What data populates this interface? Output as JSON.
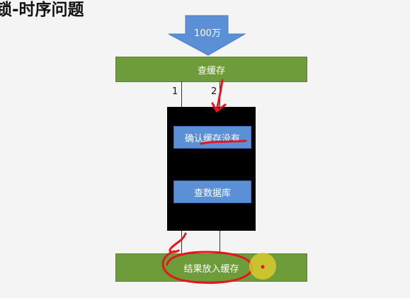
{
  "title": "锁-时序问题",
  "arrow": {
    "label": "100万"
  },
  "boxes": {
    "query_cache": "查缓存",
    "confirm_no_cache": "确认缓存没有",
    "query_db": "查数据库",
    "put_cache": "结果放入缓存"
  },
  "thread_labels": {
    "one": "1",
    "two": "2"
  },
  "colors": {
    "green": "#6f9c3a",
    "blue": "#5b8fd6",
    "arrow_blue": "#5b8fd6",
    "annotation_red": "#e8141c",
    "cursor_yellow": "#e6d22a"
  }
}
